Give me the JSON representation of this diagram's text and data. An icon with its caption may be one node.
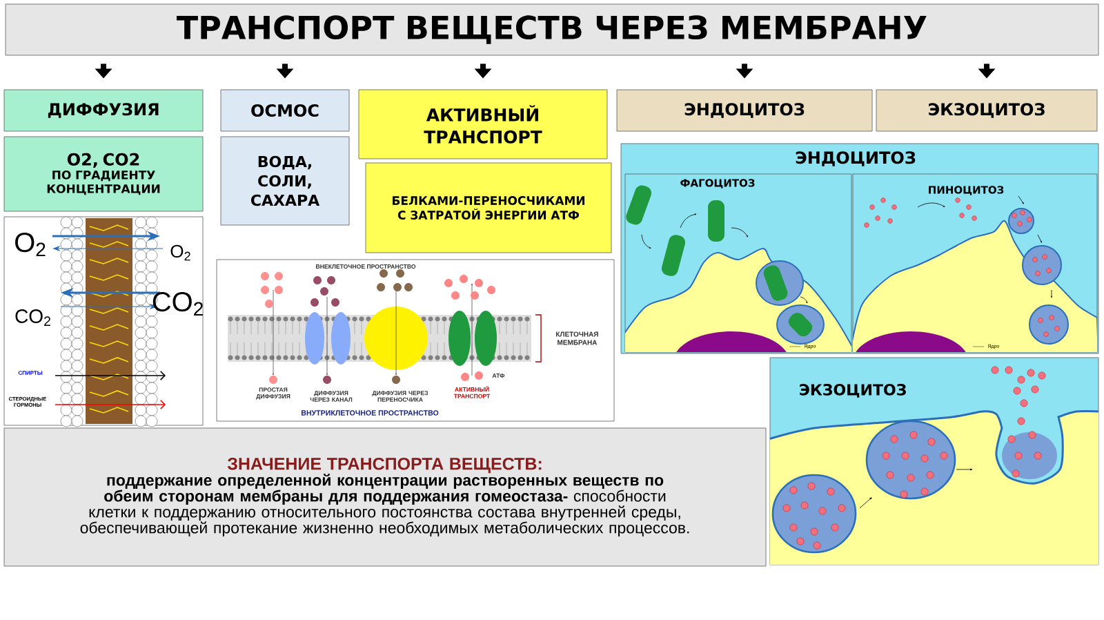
{
  "diagram": {
    "title": "ТРАНСПОРТ ВЕЩЕСТВ ЧЕРЕЗ МЕМБРАНУ",
    "nodes": [
      {
        "text": [],
        "shape": "box"
      },
      {
        "text": [
          "ДИФФУЗИЯ"
        ]
      },
      {
        "text": [
          "ОСМОС"
        ]
      },
      {
        "text": [
          "АКТИВНЫЙ ТРАНСПОРТ"
        ]
      },
      {
        "text": [
          "ЭНДОЦИТОЗ"
        ]
      },
      {
        "text": [
          "ЭКЗОЦИТОЗ"
        ]
      },
      {
        "text": [
          "O2, CO2",
          "ПО ГРАДИЕНТУ КОНЦЕНТРАЦИИ"
        ]
      },
      {
        "text": [
          "ВОДА, СОЛИ, САХАРА"
        ]
      },
      {
        "text": [
          "БЕЛКАМИ-ПЕРЕНОСЧИКАМИ С ЗАТРАТОЙ ЭНЕРГИИ АТФ"
        ]
      },
      {
        "text": [
          "O$_{2}$",
          "O$_{2}$",
          "CO$_{2}$",
          "CO$_{2}$",
          "СПИРТЫ",
          "СТЕРОИДНЫЕ ГОРМОНЫ"
        ]
      },
      {
        "text": [
          "ВНЕКЛЕТОЧНОЕ ПРОСТРАНСТВО",
          "КЛЕТОЧНАЯ МЕМБРАНА",
          "АТФ",
          "ПРОСТАЯ ДИФФУЗИЯ",
          "ДИФФУЗИЯ ЧЕРЕЗ КАНАЛ",
          "ДИФФУЗИЯ ЧЕРЕЗ ПЕРЕНОСЧИКА",
          "АКТИВНЫЙ ТРАНСПОРТ",
          "ВНУТРИКЛЕТОЧНОЕ ПРОСТРАНСТВО"
        ]
      },
      {
        "text": [
          "ЭНДОЦИТОЗ"
        ]
      },
      {
        "text": [
          "ФАГОЦИТОЗ",
          "Ядро"
        ],
        "in": 11
      },
      {
        "text": [
          "ПИНОЦИТОЗ",
          "Ядро"
        ],
        "in": 11
      },
      {
        "text": [
          "ЭКЗОЦИТОЗ"
        ]
      },
      {
        "text": [
          "ЗНАЧЕНИЕ ТРАНСПОРТА ВЕЩЕСТВ:",
          "**поддержание определенной концентрации растворенных веществ по обеим сторонам мембраны для поддержания гомеостаза-** способности клетки к поддержанию относительного постоянства состава внутренней среды, обеспечивающей протекание жизненно необходимых метаболических процессов."
        ]
      }
    ],
    "edges": [
      {
        "from": 0,
        "to": 1,
        "arrow": "to"
      },
      {
        "from": 0,
        "to": 2,
        "arrow": "to"
      },
      {
        "from": 0,
        "to": 3,
        "arrow": "to"
      },
      {
        "from": 0,
        "to": 4,
        "arrow": "to"
      },
      {
        "from": 0,
        "to": 5,
        "arrow": "to"
      }
    ]
  }
}
